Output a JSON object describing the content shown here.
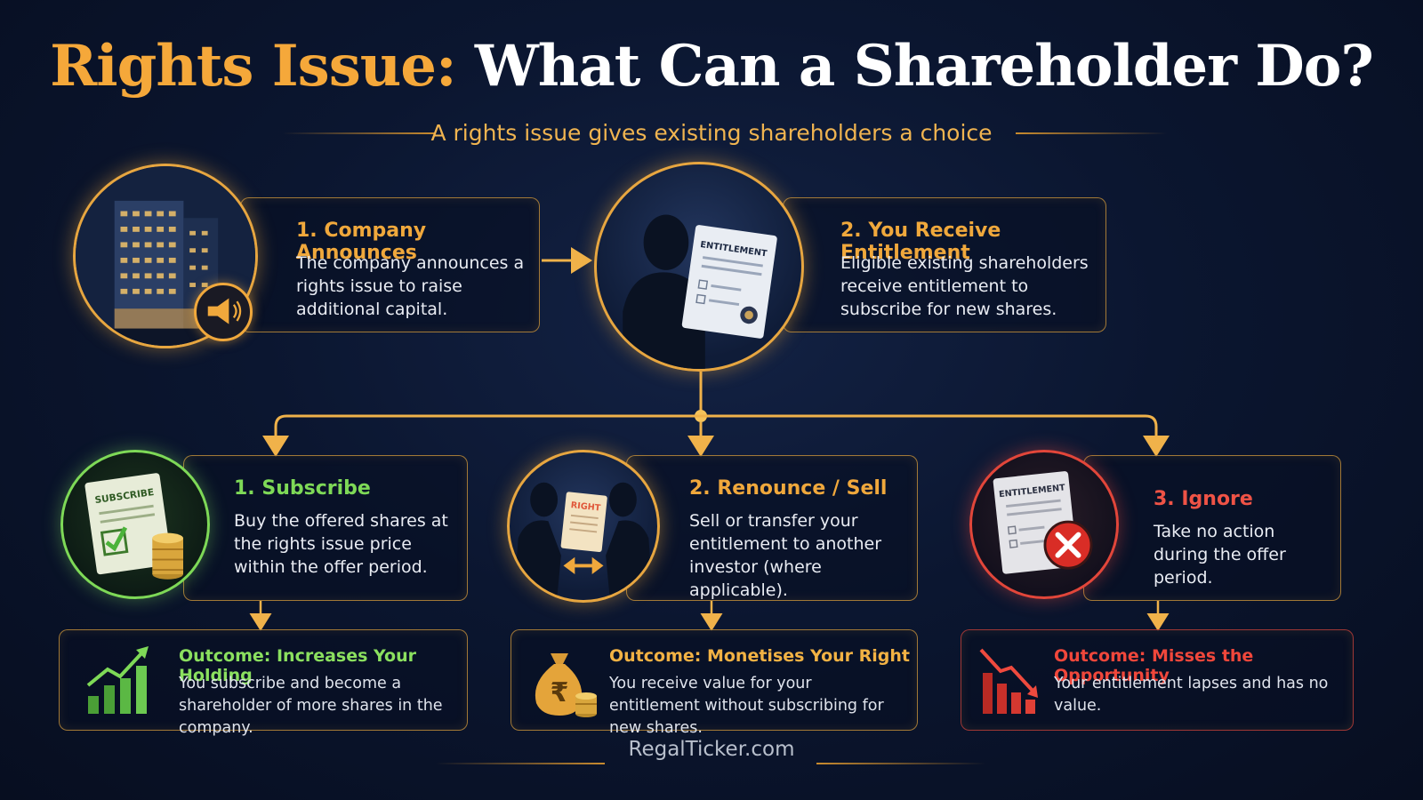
{
  "title": {
    "part1": "Rights Issue:",
    "part2": "What Can a Shareholder Do?"
  },
  "subtitle": "A rights issue gives existing shareholders a choice",
  "steps": [
    {
      "number": "1.",
      "title": "Company Announces",
      "text": "The company announces a rights issue to raise additional capital."
    },
    {
      "number": "2.",
      "title": "You Receive Entitlement",
      "text": "Eligible existing shareholders receive entitlement to subscribe for new shares."
    }
  ],
  "options": [
    {
      "number": "1.",
      "title": "Subscribe",
      "doc_label": "SUBSCRIBE",
      "text": "Buy the offered shares at the rights issue price within the offer period.",
      "outcome_title": "Outcome: Increases Your Holding",
      "outcome_text": "You subscribe and become a shareholder of more shares in the company.",
      "color": "#7ed957"
    },
    {
      "number": "2.",
      "title": "Renounce / Sell",
      "doc_label": "RIGHT",
      "text": "Sell or transfer your entitlement to another investor (where applicable).",
      "outcome_title": "Outcome: Monetises Your Right",
      "outcome_text": "You receive value for your entitlement without subscribing for new shares.",
      "color": "#f0a83c"
    },
    {
      "number": "3.",
      "title": "Ignore",
      "doc_label": "ENTITLEMENT",
      "text": "Take no action during the offer period.",
      "outcome_title": "Outcome: Misses the Opportunity",
      "outcome_text": "Your entitlement lapses and has no value.",
      "color": "#ef5346"
    }
  ],
  "entitlement_doc_label": "ENTITLEMENT",
  "rupee_symbol": "₹",
  "footer": "RegalTicker.com",
  "colors": {
    "gold": "#f0a83c",
    "green": "#7ed957",
    "red": "#ef5346",
    "background": "#0b1630"
  },
  "icons": [
    "building-icon",
    "megaphone-icon",
    "entitlement-document-icon",
    "subscribe-document-icon",
    "coins-icon",
    "handshake-icon",
    "x-mark-icon",
    "growth-chart-icon",
    "money-bag-icon",
    "decline-chart-icon"
  ]
}
